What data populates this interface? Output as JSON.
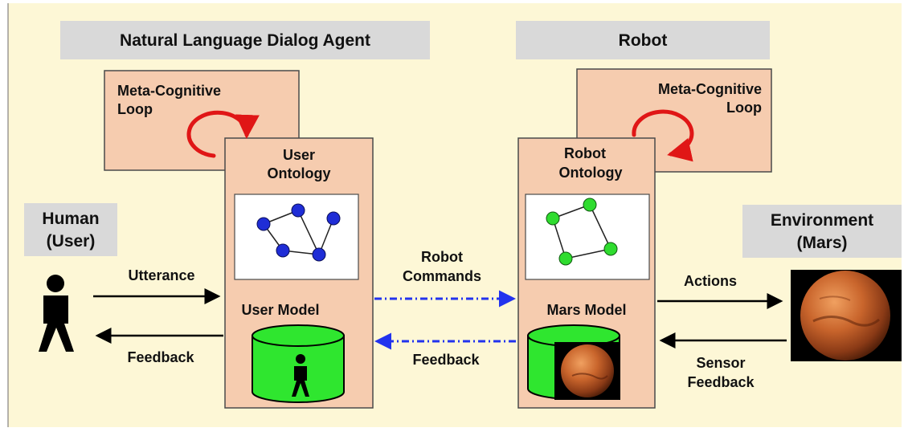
{
  "colors": {
    "background": "#fdf7d6",
    "header_box": "#d9d9d9",
    "panel": "#f6ccaf",
    "panel_border": "#4a4a4a",
    "node_blue": "#1f2dd6",
    "node_green": "#2fdc2f",
    "cylinder": "#2fe62f",
    "loop_arrow": "#e01616",
    "dashed_arrow": "#2233ee",
    "arrow": "#000000",
    "mars": "#c25a2a"
  },
  "headers": {
    "agent": "Natural Language Dialog Agent",
    "robot": "Robot"
  },
  "meta_loop": {
    "left_line1": "Meta-Cognitive",
    "left_line2": "Loop",
    "right_line1": "Meta-Cognitive",
    "right_line2": "Loop",
    "icon": "circular-arrow-icon"
  },
  "user_column": {
    "ontology_line1": "User",
    "ontology_line2": "Ontology",
    "model_title": "User Model",
    "model_icon": "person-icon"
  },
  "robot_column": {
    "ontology_line1": "Robot",
    "ontology_line2": "Ontology",
    "model_title": "Mars Model",
    "model_icon": "mars-image"
  },
  "human": {
    "label_line1": "Human",
    "label_line2": "(User)",
    "icon": "person-icon"
  },
  "environment": {
    "label_line1": "Environment",
    "label_line2": "(Mars)",
    "icon": "mars-image"
  },
  "arrows": {
    "utterance": "Utterance",
    "feedback_left": "Feedback",
    "robot_commands_line1": "Robot",
    "robot_commands_line2": "Commands",
    "feedback_middle": "Feedback",
    "actions": "Actions",
    "sensor_feedback_line1": "Sensor",
    "sensor_feedback_line2": "Feedback"
  }
}
